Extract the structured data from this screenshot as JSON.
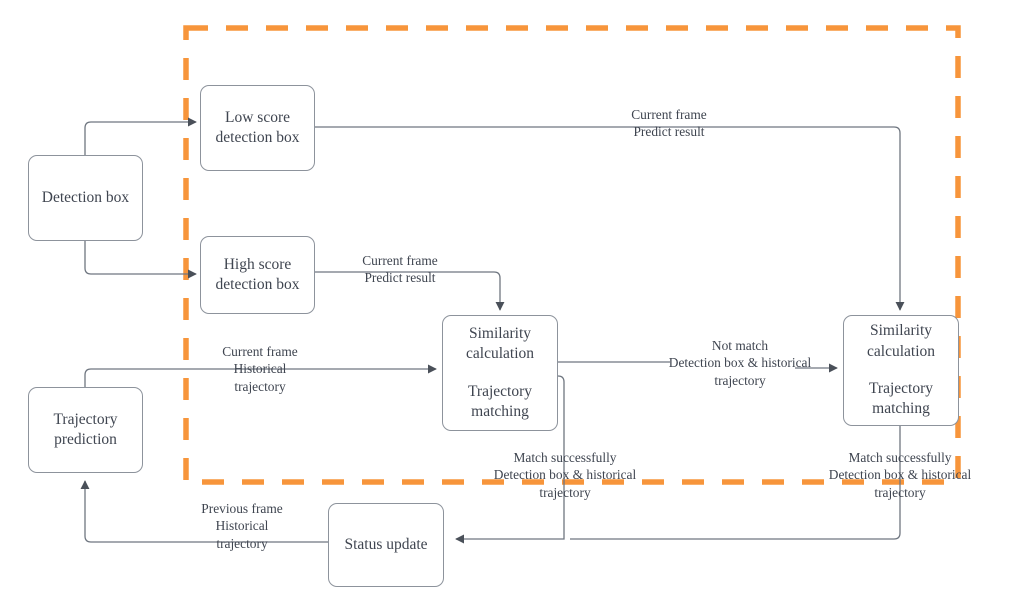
{
  "diagram": {
    "title": "Tracking pipeline flowchart",
    "colors": {
      "accent_dashed": "#f7953b",
      "node_border": "#8d939c",
      "edge_line": "#6f7680",
      "text": "#3f4550",
      "background": "#ffffff"
    },
    "nodes": [
      {
        "id": "detection-box",
        "label_line1": "Detection box",
        "label_line2": ""
      },
      {
        "id": "low-score-detection-box",
        "label_line1": "Low score",
        "label_line2": "detection box"
      },
      {
        "id": "high-score-detection-box",
        "label_line1": "High score",
        "label_line2": "detection box"
      },
      {
        "id": "similarity-calculation-1",
        "group1_line1": "Similarity",
        "group1_line2": "calculation",
        "group2_line1": "Trajectory",
        "group2_line2": "matching"
      },
      {
        "id": "similarity-calculation-2",
        "group1_line1": "Similarity",
        "group1_line2": "calculation",
        "group2_line1": "Trajectory",
        "group2_line2": "matching"
      },
      {
        "id": "trajectory-prediction",
        "label_line1": "Trajectory",
        "label_line2": "prediction"
      },
      {
        "id": "status-update",
        "label_line1": "Status update",
        "label_line2": ""
      }
    ],
    "edge_labels": [
      {
        "id": "low-score-to-sim2",
        "line1": "Current frame",
        "line2": "Predict result",
        "line3": ""
      },
      {
        "id": "high-score-to-sim1",
        "line1": "Current frame",
        "line2": "Predict result",
        "line3": ""
      },
      {
        "id": "trajectory-to-sim1",
        "line1": "Current frame",
        "line2": "Historical",
        "line3": "trajectory"
      },
      {
        "id": "sim1-not-match",
        "line1": "Not match",
        "line2": "Detection box & historical",
        "line3": "trajectory"
      },
      {
        "id": "sim1-match-success",
        "line1": "Match successfully",
        "line2": "Detection box & historical",
        "line3": "trajectory"
      },
      {
        "id": "sim2-match-success",
        "line1": "Match successfully",
        "line2": "Detection box & historical",
        "line3": "trajectory"
      },
      {
        "id": "status-to-trajectory",
        "line1": "Previous frame",
        "line2": "Historical",
        "line3": "trajectory"
      }
    ]
  }
}
